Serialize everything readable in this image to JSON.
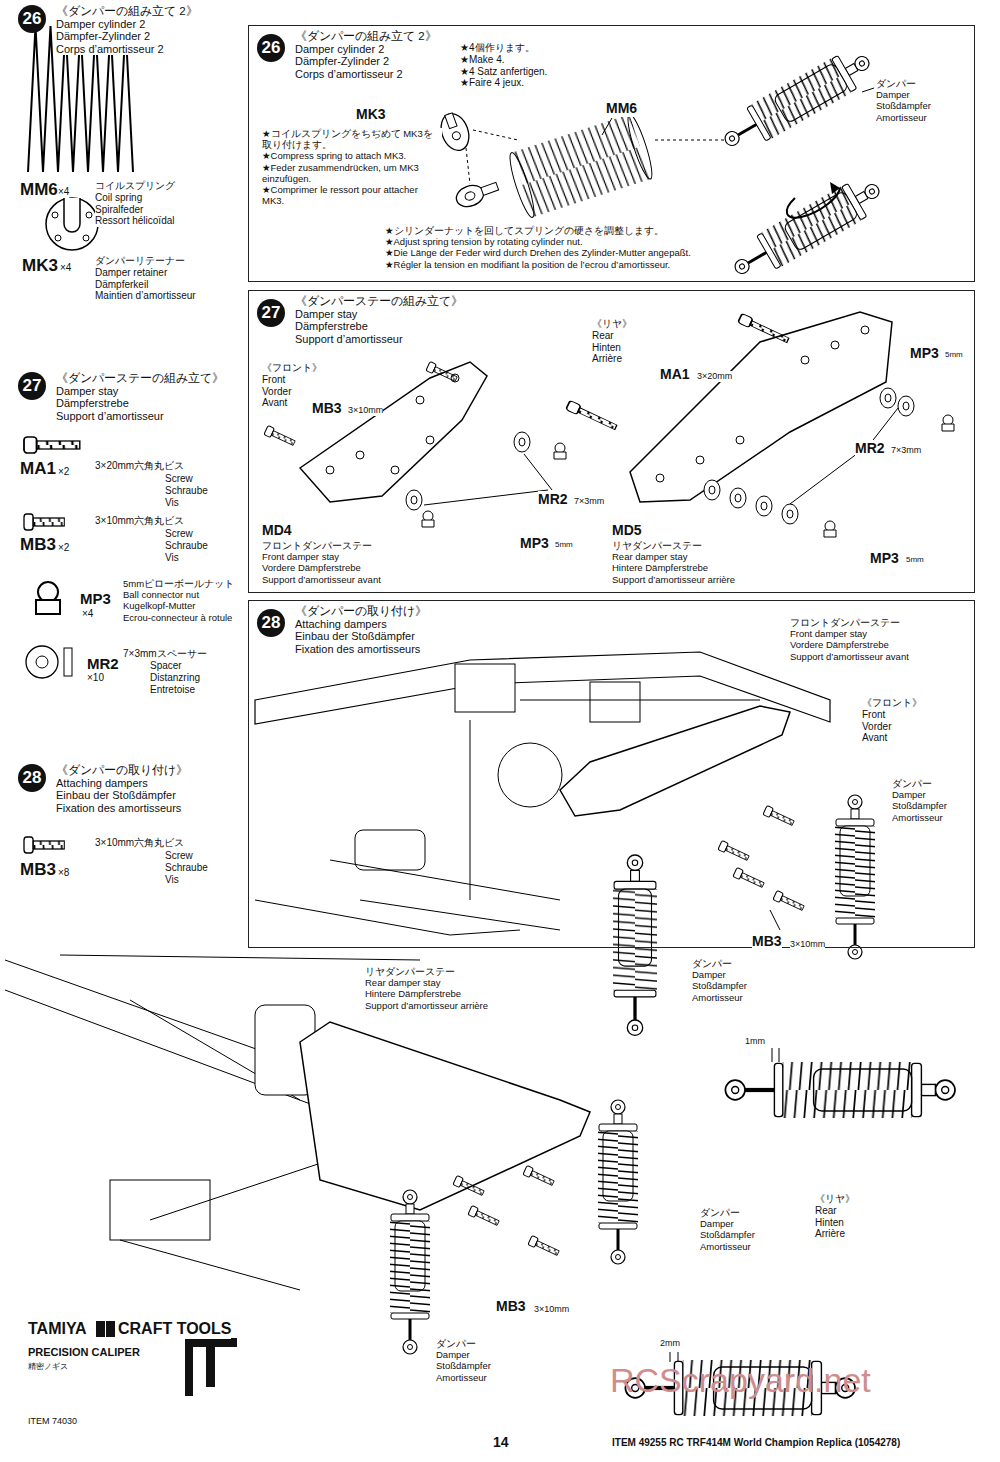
{
  "diagram": {
    "nodes": [
      {
        "text": [
          "26",
          "《ダンパーの組み立て 2》",
          "Damper cylinder 2",
          "Dämpfer-Zylinder 2",
          "Corps d’amortisseur 2"
        ]
      },
      {
        "text": [
          "27",
          "《ダンパーステーの組み立て》",
          "Damper stay",
          "Dämpferstrebe",
          "Support d’amortisseur"
        ]
      },
      {
        "text": [
          "28",
          "《ダンパーの取り付け》",
          "Attaching dampers",
          "Einbau der Stoßdämpfer",
          "Fixation des amortisseurs"
        ]
      },
      {
        "text": [
          "《ダンパーの組み立て 2》",
          "Damper cylinder 2",
          "Dämpfer-Zylinder 2",
          "Corps d’amortisseur 2"
        ]
      },
      {
        "text": [
          "26"
        ],
        "in": 3
      },
      {
        "text": [
          "《ダンパーステーの組み立て》",
          "Damper stay",
          "Dämpferstrebe",
          "Support d’amortisseur"
        ]
      },
      {
        "text": [
          "27"
        ],
        "in": 5
      },
      {
        "text": [
          "《ダンパーの取り付け》",
          "Attaching dampers",
          "Einbau der Stoßdämpfer",
          "Fixation des amortisseurs"
        ]
      },
      {
        "text": [
          "28"
        ],
        "in": 7
      }
    ],
    "labels": [
      "MM6",
      "×4",
      "コイルスプリング",
      "Coil spring",
      "Spiralfeder",
      "Ressort hélicoïdal",
      "MK3",
      "×4",
      "ダンパーリテーナー",
      "Damper retainer",
      "Dämpferkeil",
      "Maintien d’amortisseur",
      "MA1",
      "×2",
      "3×20mm六角丸ビス",
      "Screw",
      "Schraube",
      "Vis",
      "3×10mm六角丸ビス",
      "Screw",
      "Schraube",
      "Vis",
      "MB3",
      "×2",
      "MP3",
      "×4",
      "5mmピローボールナット",
      "Ball connector nut",
      "Kugelkopf-Mutter",
      "Ecrou-connecteur à rotule",
      "MR2",
      "×10",
      "7×3mmスペーサー",
      "Spacer",
      "Distanzring",
      "Entretoise",
      "3×10mm六角丸ビス",
      "Screw",
      "Schraube",
      "Vis",
      "MB3",
      "×8",
      "TAMIYA",
      "CRAFT TOOLS",
      "PRECISION CALIPER",
      "精密ノギス",
      "ITEM 74030",
      "★4個作ります。",
      "★Make 4.",
      "★4 Satz anfertigen.",
      "★Faire 4 jeux.",
      "MM6",
      "MK3",
      "★コイルスプリングをちぢめて MK3を取り付けます。",
      "★Compress spring to attach MK3.",
      "★Feder zusammendrücken, um MK3 einzufügen.",
      "★Comprimer le ressort pour attacher MK3.",
      "ダンパー",
      "Damper",
      "Stoßdämpfer",
      "Amortisseur",
      "★シリンダーナットを回してスプリングの硬さを調整します。",
      "★Adjust spring tension by rotating cylinder nut.",
      "★Die Länge der Feder wird durch Drehen des Zylinder-Mutter angepaßt.",
      "★Régler la tension en modifiant la position de l’ecrou d’amortisseur.",
      "《フロント》",
      "Front",
      "Vorder",
      "Avant",
      "《リヤ》",
      "Rear",
      "Hinten",
      "Arrière",
      "MB3",
      "3×10mm",
      "MA1",
      "3×20mm",
      "MP3",
      "5mm",
      "MR2",
      "7×3mm",
      "MR2",
      "7×3mm",
      "MP3",
      "5mm",
      "MD4",
      "フロントダンパーステー",
      "Front damper stay",
      "Vordere Dämpferstrebe",
      "Support d’amortisseur avant",
      "MD5",
      "リヤダンパーステー",
      "Rear damper stay",
      "Hintere Dämpferstrebe",
      "Support d’amortisseur arrière",
      "MP3",
      "5mm",
      "フロントダンパーステー",
      "Front damper stay",
      "Vordere Dämpferstrebe",
      "Support d’amortisseur avant",
      "《フロント》",
      "Front",
      "Vorder",
      "Avant",
      "ダンパー",
      "Damper",
      "Stoßdämpfer",
      "Amortisseur",
      "MB3",
      "3×10mm",
      "ダンパー",
      "Damper",
      "Stoßdämpfer",
      "Amortisseur",
      "1mm",
      "リヤダンパーステー",
      "Rear damper stay",
      "Hintere Dämpferstrebe",
      "Support d’amortisseur arrière",
      "《リヤ》",
      "Rear",
      "Hinten",
      "Arrière",
      "ダンパー",
      "Damper",
      "Stoßdämpfer",
      "Amortisseur",
      "MB3",
      "3×10mm",
      "ダンパー",
      "Damper",
      "Stoßdämpfer",
      "Amortisseur",
      "2mm",
      "14",
      "ITEM 49255 RC TRF414M World Champion Replica (1054278)",
      "RCScrapyard.net"
    ]
  }
}
